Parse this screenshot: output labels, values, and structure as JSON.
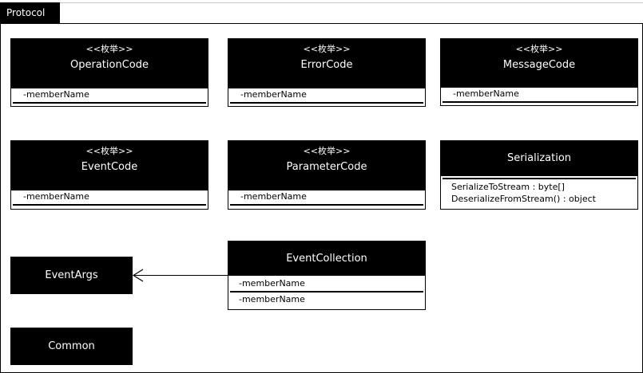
{
  "package": {
    "name": "Protocol"
  },
  "classes": {
    "operation_code": {
      "stereotype": "<<枚举>>",
      "name": "OperationCode",
      "attr": "-memberName"
    },
    "error_code": {
      "stereotype": "<<枚举>>",
      "name": "ErrorCode",
      "attr": "-memberName"
    },
    "message_code": {
      "stereotype": "<<枚举>>",
      "name": "MessageCode",
      "attr": "-memberName"
    },
    "event_code": {
      "stereotype": "<<枚举>>",
      "name": "EventCode",
      "attr": "-memberName"
    },
    "parameter_code": {
      "stereotype": "<<枚举>>",
      "name": "ParameterCode",
      "attr": "-memberName"
    },
    "serialization": {
      "name": "Serialization",
      "ops": [
        "SerializeToStream : byte[]",
        "DeserializeFromStream() : object"
      ]
    },
    "event_collection": {
      "name": "EventCollection",
      "attrs": [
        "-memberName",
        "-memberName"
      ]
    },
    "event_args": {
      "name": "EventArgs"
    },
    "common": {
      "name": "Common"
    }
  },
  "colors": {
    "fill": "#000000",
    "text_on_fill": "#ffffff",
    "background": "#ffffff"
  }
}
